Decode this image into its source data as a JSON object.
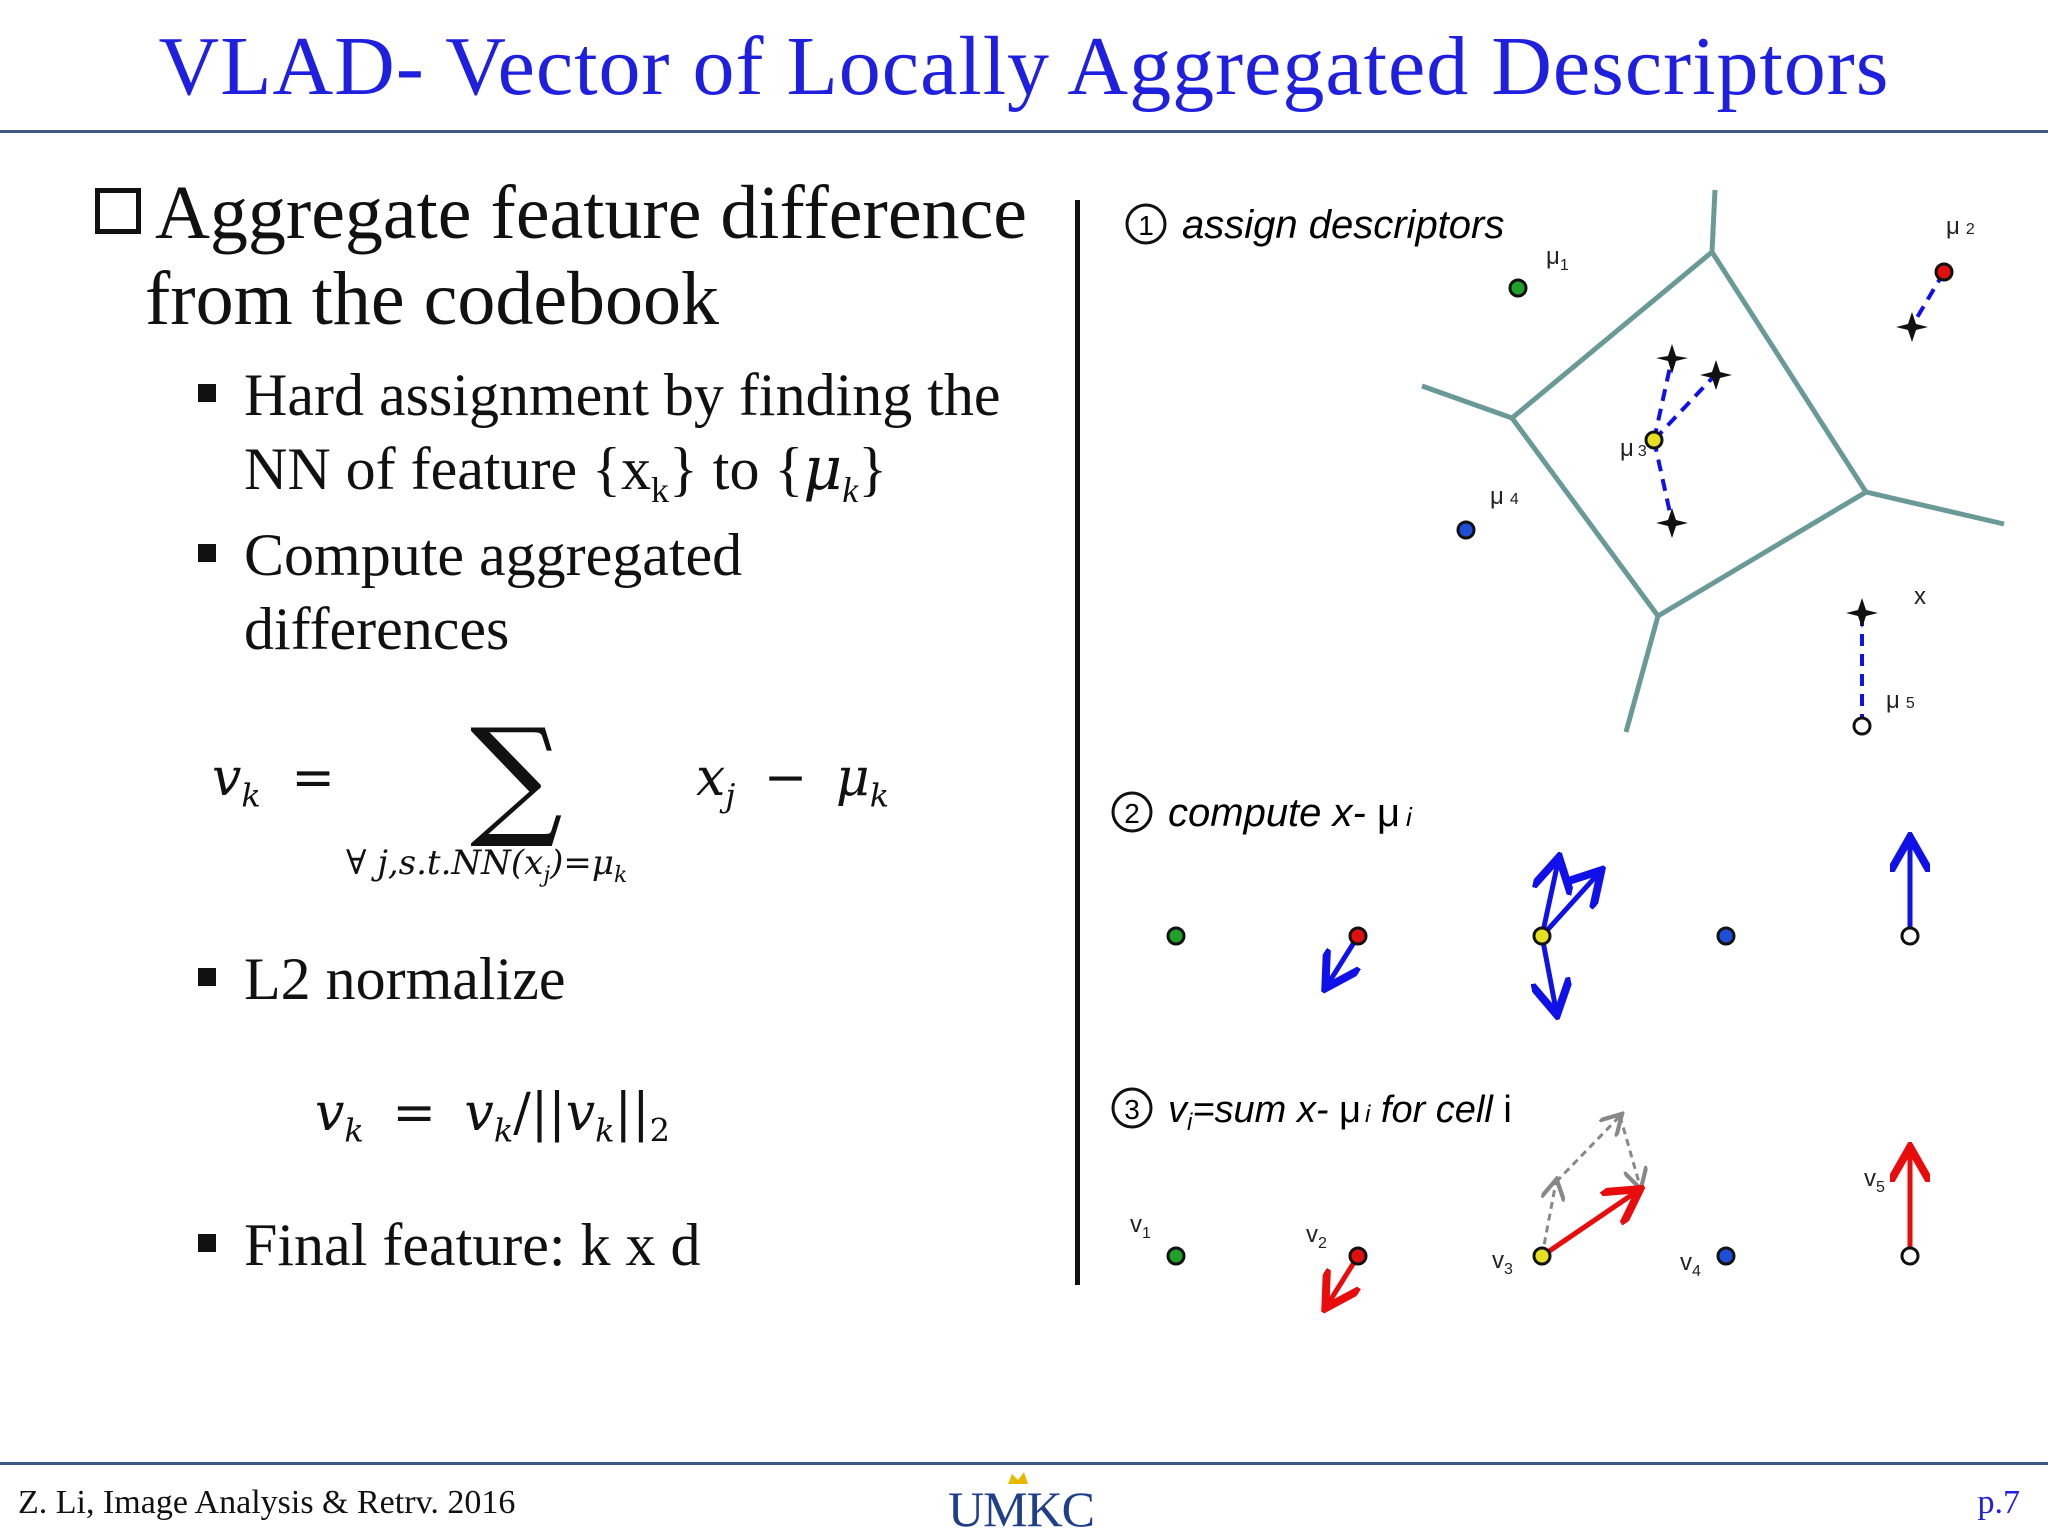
{
  "slide": {
    "title": "VLAD- Vector of Locally Aggregated Descriptors",
    "main_bullet": {
      "line1": "Aggregate  feature difference",
      "line2": "from the codebook"
    },
    "sub_bullets": [
      {
        "line1": "Hard assignment by finding the",
        "line2_pre": "NN of feature {x",
        "line2_sub": "k",
        "line2_post": "} to {",
        "line2_mu": "μ",
        "line2_mu_sub": "k",
        "line2_end": "}"
      },
      {
        "line1": "Compute aggregated",
        "line2": "differences"
      },
      {
        "line1": "L2 normalize"
      },
      {
        "line1": "Final feature: k x d"
      }
    ],
    "formula1": {
      "lhs": "v",
      "lhs_sub": "k",
      "eq": "=",
      "sigma": "∑",
      "rhs": "x",
      "rhs_sub": "j",
      "minus": "−",
      "mu": "μ",
      "mu_sub": "k",
      "cond": "∀ j,s.t.NN(x",
      "cond_sub": "j",
      "cond_end": ")=μ",
      "cond_end_sub": "k"
    },
    "formula2": {
      "lhs": "v",
      "lhs_sub": "k",
      "eq": "=",
      "rhs": "v",
      "rhs_sub": "k",
      "slash": "/",
      "norm": "||v",
      "norm_sub": "k",
      "norm_end": "||",
      "two": "2"
    },
    "footer": {
      "left": "Z. Li, Image Analysis & Retrv. 2016",
      "logo": "UMKC",
      "page": "p.7"
    }
  },
  "diagram": {
    "step1": {
      "num": "1",
      "label": "assign descriptors"
    },
    "step2": {
      "num": "2",
      "label_pre": "compute x- ",
      "mu": "μ",
      "sub": "i"
    },
    "step3": {
      "num": "3",
      "v": "v",
      "v_sub": "i",
      "label_mid": "=sum x- ",
      "mu": "μ",
      "mu_sub": "i",
      "label_end": " for cell ",
      "cell": "i"
    },
    "centroid_labels": {
      "mu1": "μ",
      "mu1_sub": "1",
      "mu2": "μ",
      "mu2_sub": "2",
      "mu3": "μ",
      "mu3_sub": "3",
      "mu4": "μ",
      "mu4_sub": "4",
      "mu5": "μ",
      "mu5_sub": "5",
      "x": "x"
    },
    "v_labels": {
      "v1": "v",
      "v1_sub": "1",
      "v2": "v",
      "v2_sub": "2",
      "v3": "v",
      "v3_sub": "3",
      "v4": "v",
      "v4_sub": "4",
      "v5": "v",
      "v5_sub": "5"
    },
    "colors": {
      "green": "#1fa02a",
      "red": "#e01010",
      "yellow": "#e6e020",
      "blue": "#1f4fd8",
      "white": "#ffffff",
      "arrow_blue": "#1010e8",
      "arrow_red": "#e80c0c",
      "arrow_gray": "#888888",
      "voronoi": "#6a9a98"
    }
  }
}
